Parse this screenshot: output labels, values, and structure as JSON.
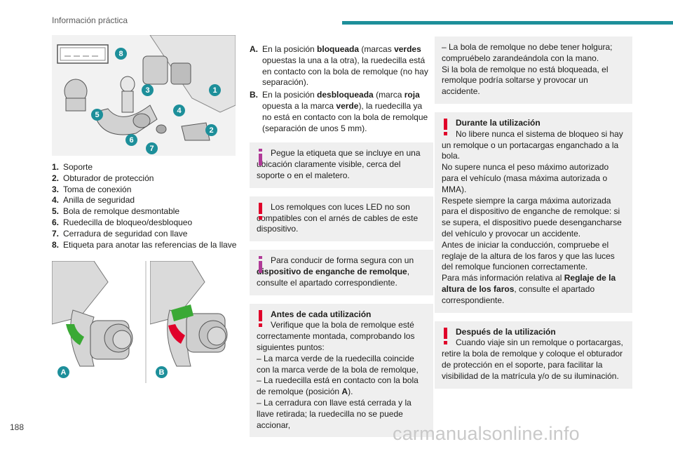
{
  "header": {
    "section_title": "Información práctica"
  },
  "page_number": "188",
  "watermark": "carmanualsonline.info",
  "figure_main": {
    "callouts": [
      "1",
      "2",
      "3",
      "4",
      "5",
      "6",
      "7",
      "8"
    ]
  },
  "figure_ab": {
    "label_a": "A",
    "label_b": "B"
  },
  "parts": [
    {
      "num": "1.",
      "text": "Soporte"
    },
    {
      "num": "2.",
      "text": "Obturador de protección"
    },
    {
      "num": "3.",
      "text": "Toma de conexión"
    },
    {
      "num": "4.",
      "text": "Anilla de seguridad"
    },
    {
      "num": "5.",
      "text": "Bola de remolque desmontable"
    },
    {
      "num": "6.",
      "text": "Ruedecilla de bloqueo/desbloqueo"
    },
    {
      "num": "7.",
      "text": "Cerradura de seguridad con llave"
    },
    {
      "num": "8.",
      "text": "Etiqueta para anotar las referencias de la llave"
    }
  ],
  "positions": {
    "a_label": "A.",
    "a_1": "En la posición ",
    "a_2": "bloqueada",
    "a_3": " (marcas ",
    "a_4": "verdes",
    "a_5": " opuestas la una a la otra), la ruedecilla está en contacto con la bola de remolque (no hay separación).",
    "b_label": "B.",
    "b_1": "En la posición ",
    "b_2": "desbloqueada",
    "b_3": " (marca ",
    "b_4": "roja",
    "b_5": " opuesta a la marca ",
    "b_6": "verde",
    "b_7": "), la ruedecilla ya no está en contacto con la bola de remolque (separación de unos 5 mm)."
  },
  "info_1": "Pegue la etiqueta que se incluye en una ubicación claramente visible, cerca del soporte o en el maletero.",
  "warn_1": "Los remolques con luces LED no son compatibles con el arnés de cables de este dispositivo.",
  "info_2": {
    "text_1": "Para conducir de forma segura con un ",
    "bold": "dispositivo de enganche de remolque",
    "text_2": ", consulte el apartado correspondiente."
  },
  "warn_2": {
    "title": "Antes de cada utilización",
    "line_1": "Verifique que la bola de remolque esté correctamente montada, comprobando los siguientes puntos:",
    "line_2": "–  La marca verde de la ruedecilla coincide con la marca verde de la bola de remolque,",
    "line_3": "–  La ruedecilla está en contacto con la bola de remolque (posición ",
    "line_3_bold": "A",
    "line_3_end": ").",
    "line_4": "–  La cerradura con llave está cerrada y la llave retirada; la ruedecilla no se puede accionar,"
  },
  "right_top": {
    "line_1": "–  La bola de remolque no debe tener holgura; compruébelo zarandeándola con la mano.",
    "line_2": "Si la bola de remolque no está bloqueada, el remolque podría soltarse y provocar un accidente."
  },
  "warn_3": {
    "title": "Durante la utilización",
    "p1": "No libere nunca el sistema de bloqueo si hay un remolque o un portacargas enganchado a la bola.",
    "p2": "No supere nunca el peso máximo autorizado para el vehículo (masa máxima autorizada o MMA).",
    "p3": "Respete siempre la carga máxima autorizada para el dispositivo de enganche de remolque: si se supera, el dispositivo puede desengancharse del vehículo y provocar un accidente.",
    "p4": "Antes de iniciar la conducción, compruebe el reglaje de la altura de los faros y que las luces del remolque funcionen correctamente.",
    "p5_1": "Para más información relativa al ",
    "p5_bold": "Reglaje de la altura de los faros",
    "p5_2": ", consulte el apartado correspondiente."
  },
  "warn_4": {
    "title": "Después de la utilización",
    "text": "Cuando viaje sin un remolque o portacargas, retire la bola de remolque y coloque el obturador de protección en el soporte, para facilitar la visibilidad de la matrícula y/o de su iluminación."
  },
  "colors": {
    "accent": "#1d8f9a",
    "warning": "#e0002a",
    "info": "#b03a97",
    "box": "#efefef",
    "green": "#3aa935",
    "red": "#e0002a"
  }
}
